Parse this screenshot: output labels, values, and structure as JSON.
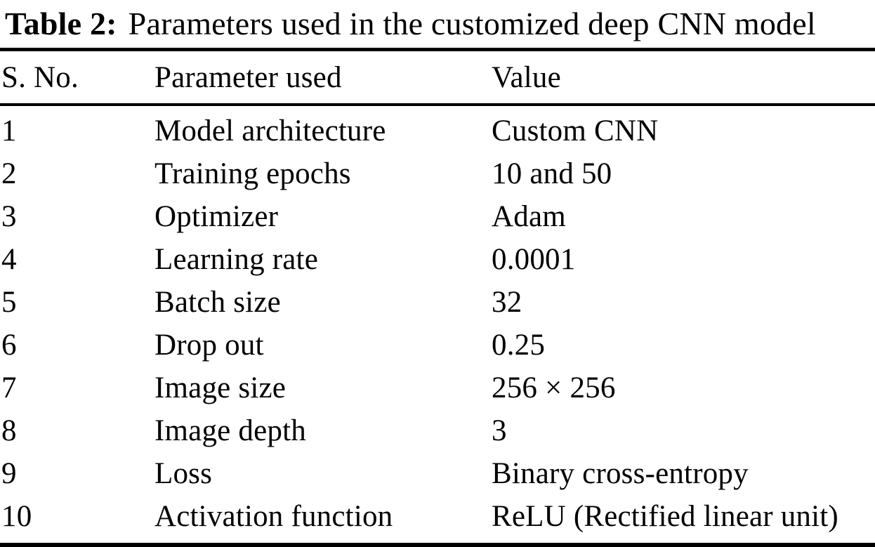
{
  "caption": {
    "label": "Table 2:",
    "text": "Parameters used in the customized deep CNN model"
  },
  "table": {
    "columns": [
      "S. No.",
      "Parameter used",
      "Value"
    ],
    "rows": [
      {
        "sno": "1",
        "parameter": "Model architecture",
        "value": "Custom CNN"
      },
      {
        "sno": "2",
        "parameter": "Training epochs",
        "value": "10 and 50"
      },
      {
        "sno": "3",
        "parameter": "Optimizer",
        "value": "Adam"
      },
      {
        "sno": "4",
        "parameter": "Learning rate",
        "value": "0.0001"
      },
      {
        "sno": "5",
        "parameter": "Batch size",
        "value": "32"
      },
      {
        "sno": "6",
        "parameter": "Drop out",
        "value": "0.25"
      },
      {
        "sno": "7",
        "parameter": "Image size",
        "value": "256 × 256"
      },
      {
        "sno": "8",
        "parameter": "Image depth",
        "value": "3"
      },
      {
        "sno": "9",
        "parameter": "Loss",
        "value": "Binary cross-entropy"
      },
      {
        "sno": "10",
        "parameter": "Activation function",
        "value": "ReLU (Rectified linear unit)"
      }
    ]
  },
  "colors": {
    "text": "#000000",
    "background": "#ffffff",
    "rule": "#000000"
  }
}
